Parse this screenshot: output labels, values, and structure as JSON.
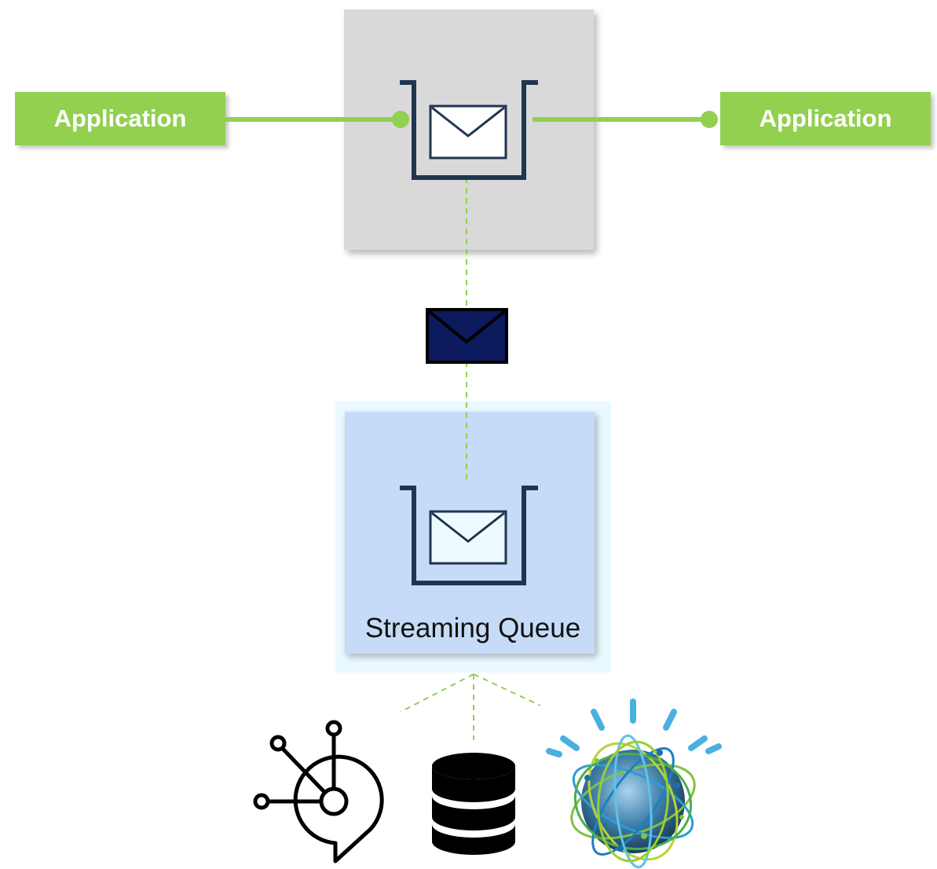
{
  "applications": {
    "left_label": "Application",
    "right_label": "Application"
  },
  "streaming_queue": {
    "label": "Streaming Queue"
  },
  "colors": {
    "application_green": "#92d050",
    "connector_green": "#92d050",
    "queue_manager_gray": "#d9d9d9",
    "streaming_queue_blue": "#c6dbf7",
    "queue_outline_navy": "#1f3550",
    "message_navy": "#0b1b5e"
  },
  "icons": {
    "queue": "queue-icon",
    "message": "envelope-icon",
    "event_streams": "event-streams-icon",
    "database": "database-icon",
    "watson": "ibm-watson-globe-icon"
  }
}
